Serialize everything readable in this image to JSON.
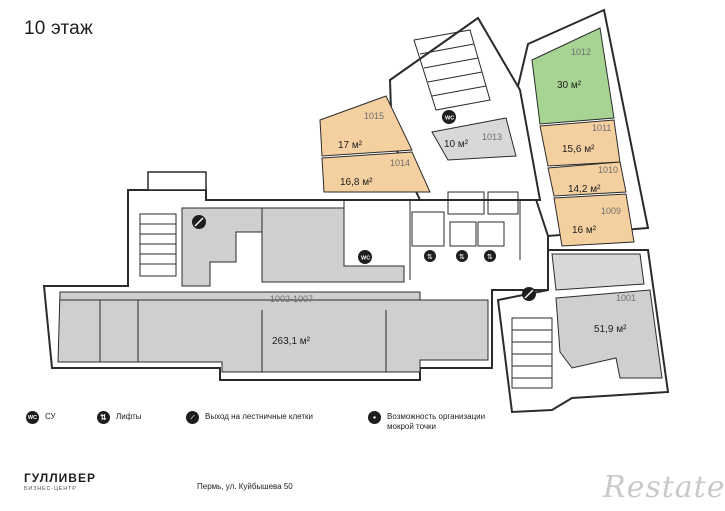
{
  "floor_title": "10 этаж",
  "rooms": [
    {
      "id": "r1012",
      "number": "1012",
      "area": "30 м²",
      "status": "available",
      "color": "#a7d493"
    },
    {
      "id": "r1011",
      "number": "1011",
      "area": "15,6 м²",
      "status": "occupied",
      "color": "#f4cf9f"
    },
    {
      "id": "r1010",
      "number": "1010",
      "area": "14,2 м²",
      "status": "occupied",
      "color": "#f4cf9f"
    },
    {
      "id": "r1009",
      "number": "1009",
      "area": "16  м²",
      "status": "occupied",
      "color": "#f4cf9f"
    },
    {
      "id": "r1015",
      "number": "1015",
      "area": "17 м²",
      "status": "occupied",
      "color": "#f4cf9f"
    },
    {
      "id": "r1014",
      "number": "1014",
      "area": "16,8 м²",
      "status": "occupied",
      "color": "#f4cf9f"
    },
    {
      "id": "r1013",
      "number": "1013",
      "area": "10 м²",
      "status": "other",
      "color": "#d4d4d4"
    },
    {
      "id": "r1002",
      "number": "1002-1007",
      "area": "263,1 м²",
      "status": "other",
      "color": "#cfcfcf"
    },
    {
      "id": "r1001",
      "number": "1001",
      "area": "51,9 м²",
      "status": "other",
      "color": "#cfcfcf"
    }
  ],
  "legend": {
    "wc_badge": "WC",
    "wc_label": "СУ",
    "lift_badge": "⇅",
    "lift_label": "Лифты",
    "stairs_label": "Выход на лестничные клетки",
    "water_label": "Возможность организации мокрой точки"
  },
  "brand": {
    "name": "ГУЛЛИВЕР",
    "subtitle": "БИЗНЕС-ЦЕНТР"
  },
  "address": "Пермь, ул. Куйбышева 50",
  "watermark": "Restate",
  "colors": {
    "wall": "#2b2b2b",
    "common": "#cfcfcf",
    "available": "#a7d493",
    "occupied": "#f4cf9f"
  }
}
